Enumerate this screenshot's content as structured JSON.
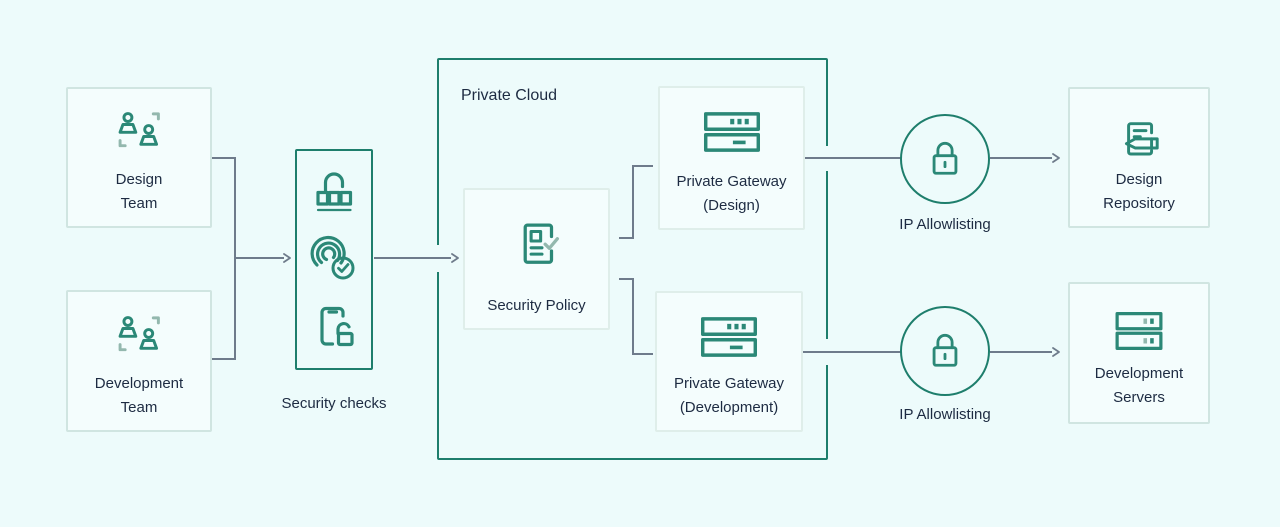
{
  "colors": {
    "background": "#edfbfb",
    "teal_border": "#1e7e6c",
    "icon_teal": "#2b8877",
    "icon_accent": "#93b8ae",
    "light_box_border": "#d0e5e1",
    "connector_gray": "#6e7b8b",
    "text": "#1d2b42"
  },
  "nodes": {
    "design_team": {
      "lines": [
        "Design",
        "Team"
      ],
      "icon": "team-icon"
    },
    "development_team": {
      "lines": [
        "Development",
        "Team"
      ],
      "icon": "team-icon"
    },
    "security_checks": {
      "label": "Security checks",
      "icons": [
        "password-lock-icon",
        "fingerprint-check-icon",
        "device-unlock-icon"
      ]
    },
    "private_cloud": {
      "label": "Private Cloud"
    },
    "security_policy": {
      "label": "Security Policy",
      "icon": "policy-document-check-icon"
    },
    "private_gateway_design": {
      "lines": [
        "Private Gateway",
        "(Design)"
      ],
      "icon": "gateway-server-icon"
    },
    "private_gateway_development": {
      "lines": [
        "Private Gateway",
        "(Development)"
      ],
      "icon": "gateway-server-icon"
    },
    "ip_allowlisting_design": {
      "label": "IP Allowlisting",
      "icon": "lock-icon"
    },
    "ip_allowlisting_development": {
      "label": "IP Allowlisting",
      "icon": "lock-icon"
    },
    "design_repository": {
      "lines": [
        "Design",
        "Repository"
      ],
      "icon": "document-pencil-icon"
    },
    "development_servers": {
      "lines": [
        "Development",
        "Servers"
      ],
      "icon": "server-stack-icon"
    }
  }
}
